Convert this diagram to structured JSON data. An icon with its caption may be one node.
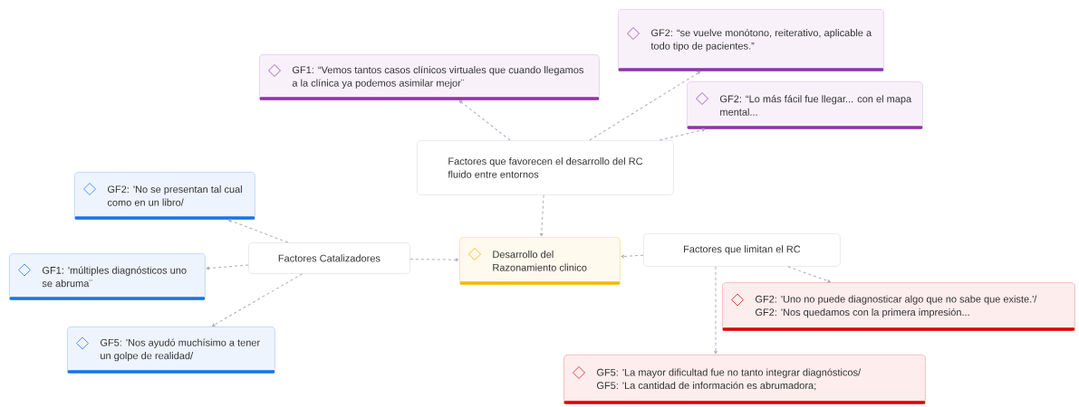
{
  "diagram": {
    "nodes": [
      {
        "text": [
          "Desarrollo del Razonamiento clinico"
        ]
      },
      {
        "text": [
          "Factores que favorecen el desarrollo del RC fluido entre entornos"
        ]
      },
      {
        "text": [
          "GF1: “Vemos tantos casos clínicos virtuales que cuando llegamos a la clínica ya podemos asimilar mejor¨"
        ]
      },
      {
        "text": [
          "GF2: “se vuelve monótono, reiterativo, aplicable a todo tipo de pacientes.”"
        ]
      },
      {
        "text": [
          "GF2: “Lo más fácil fue llegar... con el mapa mental..."
        ]
      },
      {
        "text": [
          "Factores Catalizadores"
        ]
      },
      {
        "text": [
          "GF2: 'No se presentan tal cual como en un libro/"
        ]
      },
      {
        "text": [
          "GF1: 'múltiples diagnósticos uno se abruma¨"
        ]
      },
      {
        "text": [
          "GF5: 'Nos ayudó muchísimo a tener un golpe de realidad/"
        ]
      },
      {
        "text": [
          "Factores que limitan el RC"
        ]
      },
      {
        "text": [
          "GF2: 'Uno no puede diagnosticar algo que no sabe que existe.'/",
          "GF2: 'Nos quedamos con la primera impresión..."
        ]
      },
      {
        "text": [
          "GF5: 'La mayor dificultad fue no tanto integrar diagnósticos/",
          "GF5: 'La cantidad de información es abrumadora;"
        ]
      }
    ],
    "edges": [
      {
        "from": 1,
        "to": 0,
        "arrow": "to"
      },
      {
        "from": 5,
        "to": 0,
        "arrow": "to"
      },
      {
        "from": 9,
        "to": 0,
        "arrow": "to"
      },
      {
        "from": 1,
        "to": 2,
        "arrow": "to"
      },
      {
        "from": 1,
        "to": 3,
        "arrow": "to"
      },
      {
        "from": 1,
        "to": 4,
        "arrow": "to"
      },
      {
        "from": 5,
        "to": 6,
        "arrow": "to"
      },
      {
        "from": 5,
        "to": 7,
        "arrow": "to"
      },
      {
        "from": 5,
        "to": 8,
        "arrow": "to"
      },
      {
        "from": 9,
        "to": 10,
        "arrow": "to"
      },
      {
        "from": 9,
        "to": 11,
        "arrow": "to"
      }
    ]
  }
}
